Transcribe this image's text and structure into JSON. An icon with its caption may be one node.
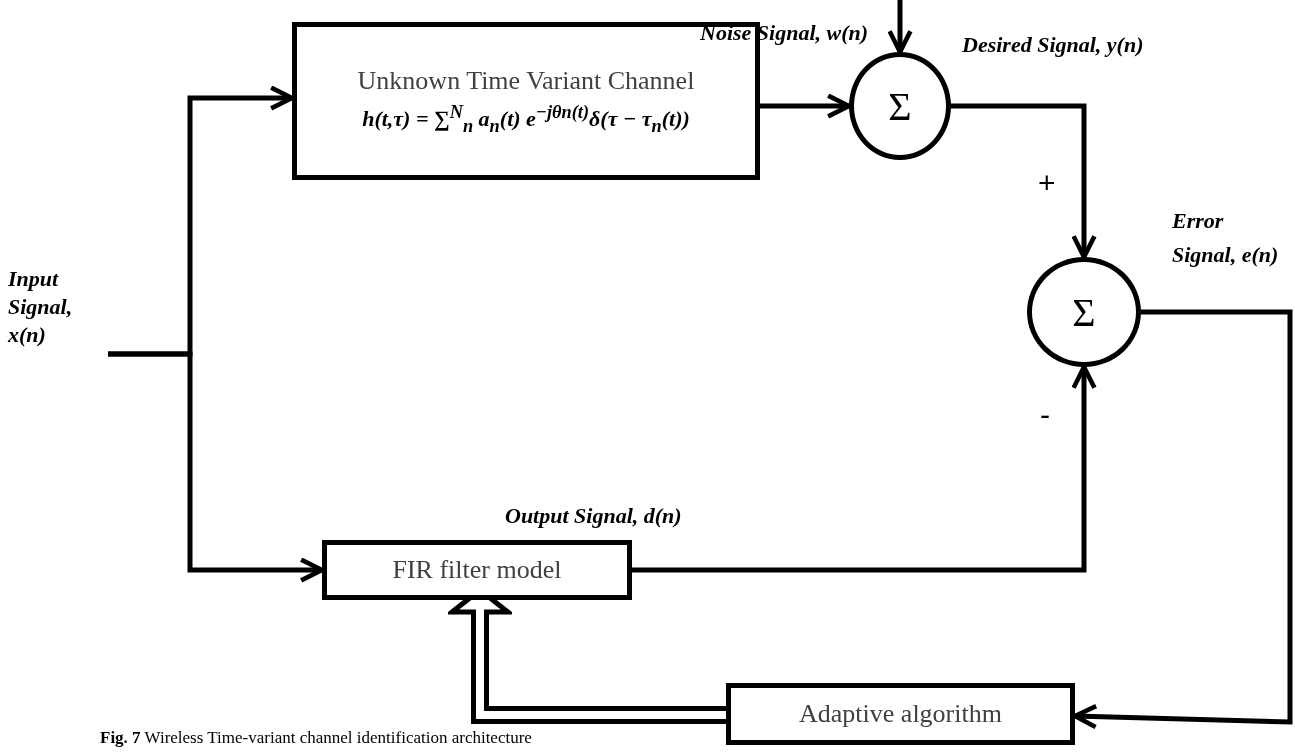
{
  "diagram": {
    "caption": "**Fig. 7** Wireless Time-variant channel identification architecture",
    "nodes": [
      {
        "text": [
          "Unknown Time Variant Channel",
          "h(t,τ) = ∑$^{N}$$_{n}$ a$_{n}$(t) e$^{−jθn(t)}$δ(τ − τ$_{n}$(t))"
        ]
      },
      {
        "text": [
          "Σ"
        ]
      },
      {
        "text": [
          "Σ"
        ]
      },
      {
        "text": [
          "FIR filter model"
        ]
      },
      {
        "text": [
          "Adaptive algorithm"
        ]
      },
      {
        "text": [
          "Input Signal, x(n)"
        ]
      }
    ],
    "edges": [
      {
        "from": 5,
        "to": 0,
        "arrow": "to"
      },
      {
        "from": 5,
        "to": 3,
        "arrow": "to"
      },
      {
        "from": 0,
        "to": 1,
        "arrow": "to"
      },
      {
        "from": null,
        "to": 1,
        "arrow": "to"
      },
      {
        "from": 1,
        "to": 2,
        "arrow": "to"
      },
      {
        "from": 3,
        "to": 2,
        "arrow": "to",
        "label": "Output Signal, d(n)"
      },
      {
        "from": 2,
        "to": 4,
        "arrow": "to"
      },
      {
        "from": 4,
        "to": 3,
        "arrow": "to",
        "style": "thick"
      }
    ],
    "labels": [
      "Noise Signal, w(n)",
      "Desired Signal, y(n)",
      "+",
      "Error Signal, e(n)",
      "-"
    ]
  }
}
